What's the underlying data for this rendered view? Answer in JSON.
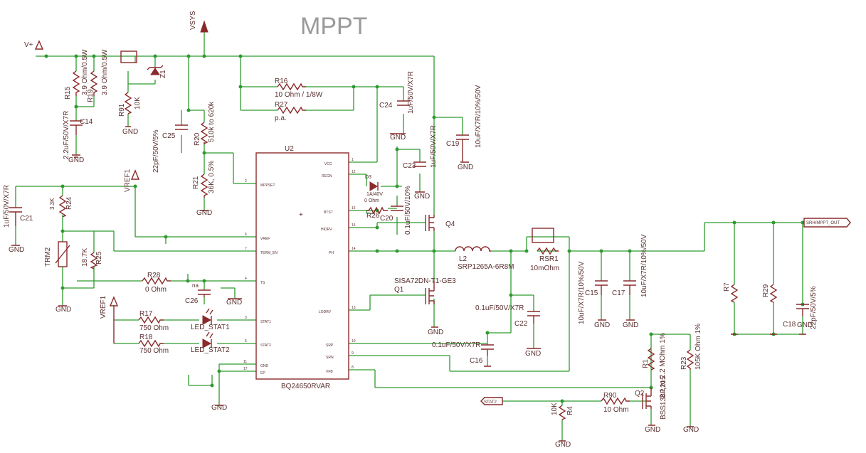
{
  "title": "MPPT",
  "ic": {
    "ref": "U2",
    "part": "BQ24650RVAR",
    "pins_left": [
      {
        "num": "2",
        "name": "MPPSET"
      },
      {
        "num": "6",
        "name": "VREF"
      },
      {
        "num": "7",
        "name": "TERM_EN"
      },
      {
        "num": "4",
        "name": "TS"
      },
      {
        "num": "3",
        "name": "STAT1"
      },
      {
        "num": "5",
        "name": "STAT2"
      },
      {
        "num": "11",
        "name": "GND"
      },
      {
        "num": "17",
        "name": "EP"
      }
    ],
    "pins_right": [
      {
        "num": "1",
        "name": "VCC"
      },
      {
        "num": "12",
        "name": "REGN"
      },
      {
        "num": "16",
        "name": "BTST"
      },
      {
        "num": "15",
        "name": "HIDRV"
      },
      {
        "num": "14",
        "name": "PH"
      },
      {
        "num": "13",
        "name": "LODRV"
      },
      {
        "num": "10",
        "name": "SRP"
      },
      {
        "num": "9",
        "name": "SRN"
      },
      {
        "num": "8",
        "name": "VFB"
      }
    ]
  },
  "rails": {
    "vsys": "VSYS",
    "vref1_a": "VREF1",
    "vref1_b": "VREF1",
    "gnd": "GND",
    "v_plus": "V+"
  },
  "net_labels": {
    "srh_mppt_out": "SRH/MPPT_OUT",
    "stat2": "STAT2"
  },
  "components": {
    "r15_ref": "R15",
    "r15_val": "3.9 Ohm/0.5W",
    "r19_ref": "R19",
    "r19_val": "3.9 Ohm/0.5W",
    "c14_ref": "C14",
    "c14_val": "2.2uF/50V/X7R",
    "r91_ref": "R91",
    "r91_val": "10K",
    "z1_ref": "Z1",
    "r16_ref": "R16",
    "r16_val": "10 Ohm / 1/8W",
    "r27_ref": "R27",
    "r27_val": "p.a.",
    "c24_ref": "C24",
    "c24_val": "1uF/50V/X7R",
    "c19_ref": "C19",
    "c19_val": "10uF/X7R/10%/50V",
    "c25_ref": "C25",
    "c25_val": "22pF/50V/5%",
    "r20_ref": "R20",
    "r20_val": "510k to 620k",
    "r21_ref": "R21",
    "r21_val": "36K, 0.5%",
    "c23_ref": "C23",
    "c23_val": "1uF/50V/X7R",
    "d3_ref": "D3",
    "d3_val": "1A/40V",
    "r26_ref": "R26",
    "r26_val": "0 Ohm",
    "c20_ref": "C20",
    "c20_val": "0.1uF/50V/10%",
    "q4_ref": "Q4",
    "l2_ref": "L2",
    "l2_val": "SRP1265A-6R8M",
    "rsr1_ref": "RSR1",
    "rsr1_val": "10mOhm",
    "c15_ref": "C15",
    "c15_val": "10uF/X7R/10%/50V",
    "c17_ref": "C17",
    "c17_val": "10uF/X7R/10%/50V",
    "q1_ref": "Q1",
    "q1_val": "SISA72DN-T1-GE3",
    "c22_ref": "C22",
    "c22_val": "0.1uF/50V/X7R",
    "c16_ref": "C16",
    "c16_val": "0.1uF/50V/X7R",
    "c21_ref": "C21",
    "c21_val": "1uF/50V/X7R",
    "r24_ref": "R24",
    "r24_val": "3.3K",
    "trm2_ref": "TRM2",
    "r25_ref": "R25",
    "r25_val": "18.7K",
    "r28_ref": "R28",
    "r28_val": "0 Ohm",
    "c26_ref": "C26",
    "c26_val": "na",
    "r17_ref": "R17",
    "r17_val": "750 Ohm",
    "r18_ref": "R18",
    "r18_val": "750 Ohm",
    "led1_ref": "LED_STAT1",
    "led2_ref": "LED_STAT2",
    "r7_ref": "R7",
    "r29_ref": "R29",
    "c18_ref": "C18",
    "c18_val": "22pF/50V/5%",
    "r1_ref": "R1",
    "r1_val": "2.1 to 2.2 MOhm 1%",
    "r23_ref": "R23",
    "r23_val": "105K Ohm 1%",
    "q2_ref": "Q2",
    "q2_val": "BSS138P,215",
    "r90_ref": "R90",
    "r90_val": "10 Ohm",
    "r4_ref": "R4",
    "r4_val": "10K"
  },
  "colors": {
    "wire": "#2e9a2e",
    "component": "#8a2a2a",
    "text": "#5a2f2f",
    "title": "#9a9a9a"
  }
}
